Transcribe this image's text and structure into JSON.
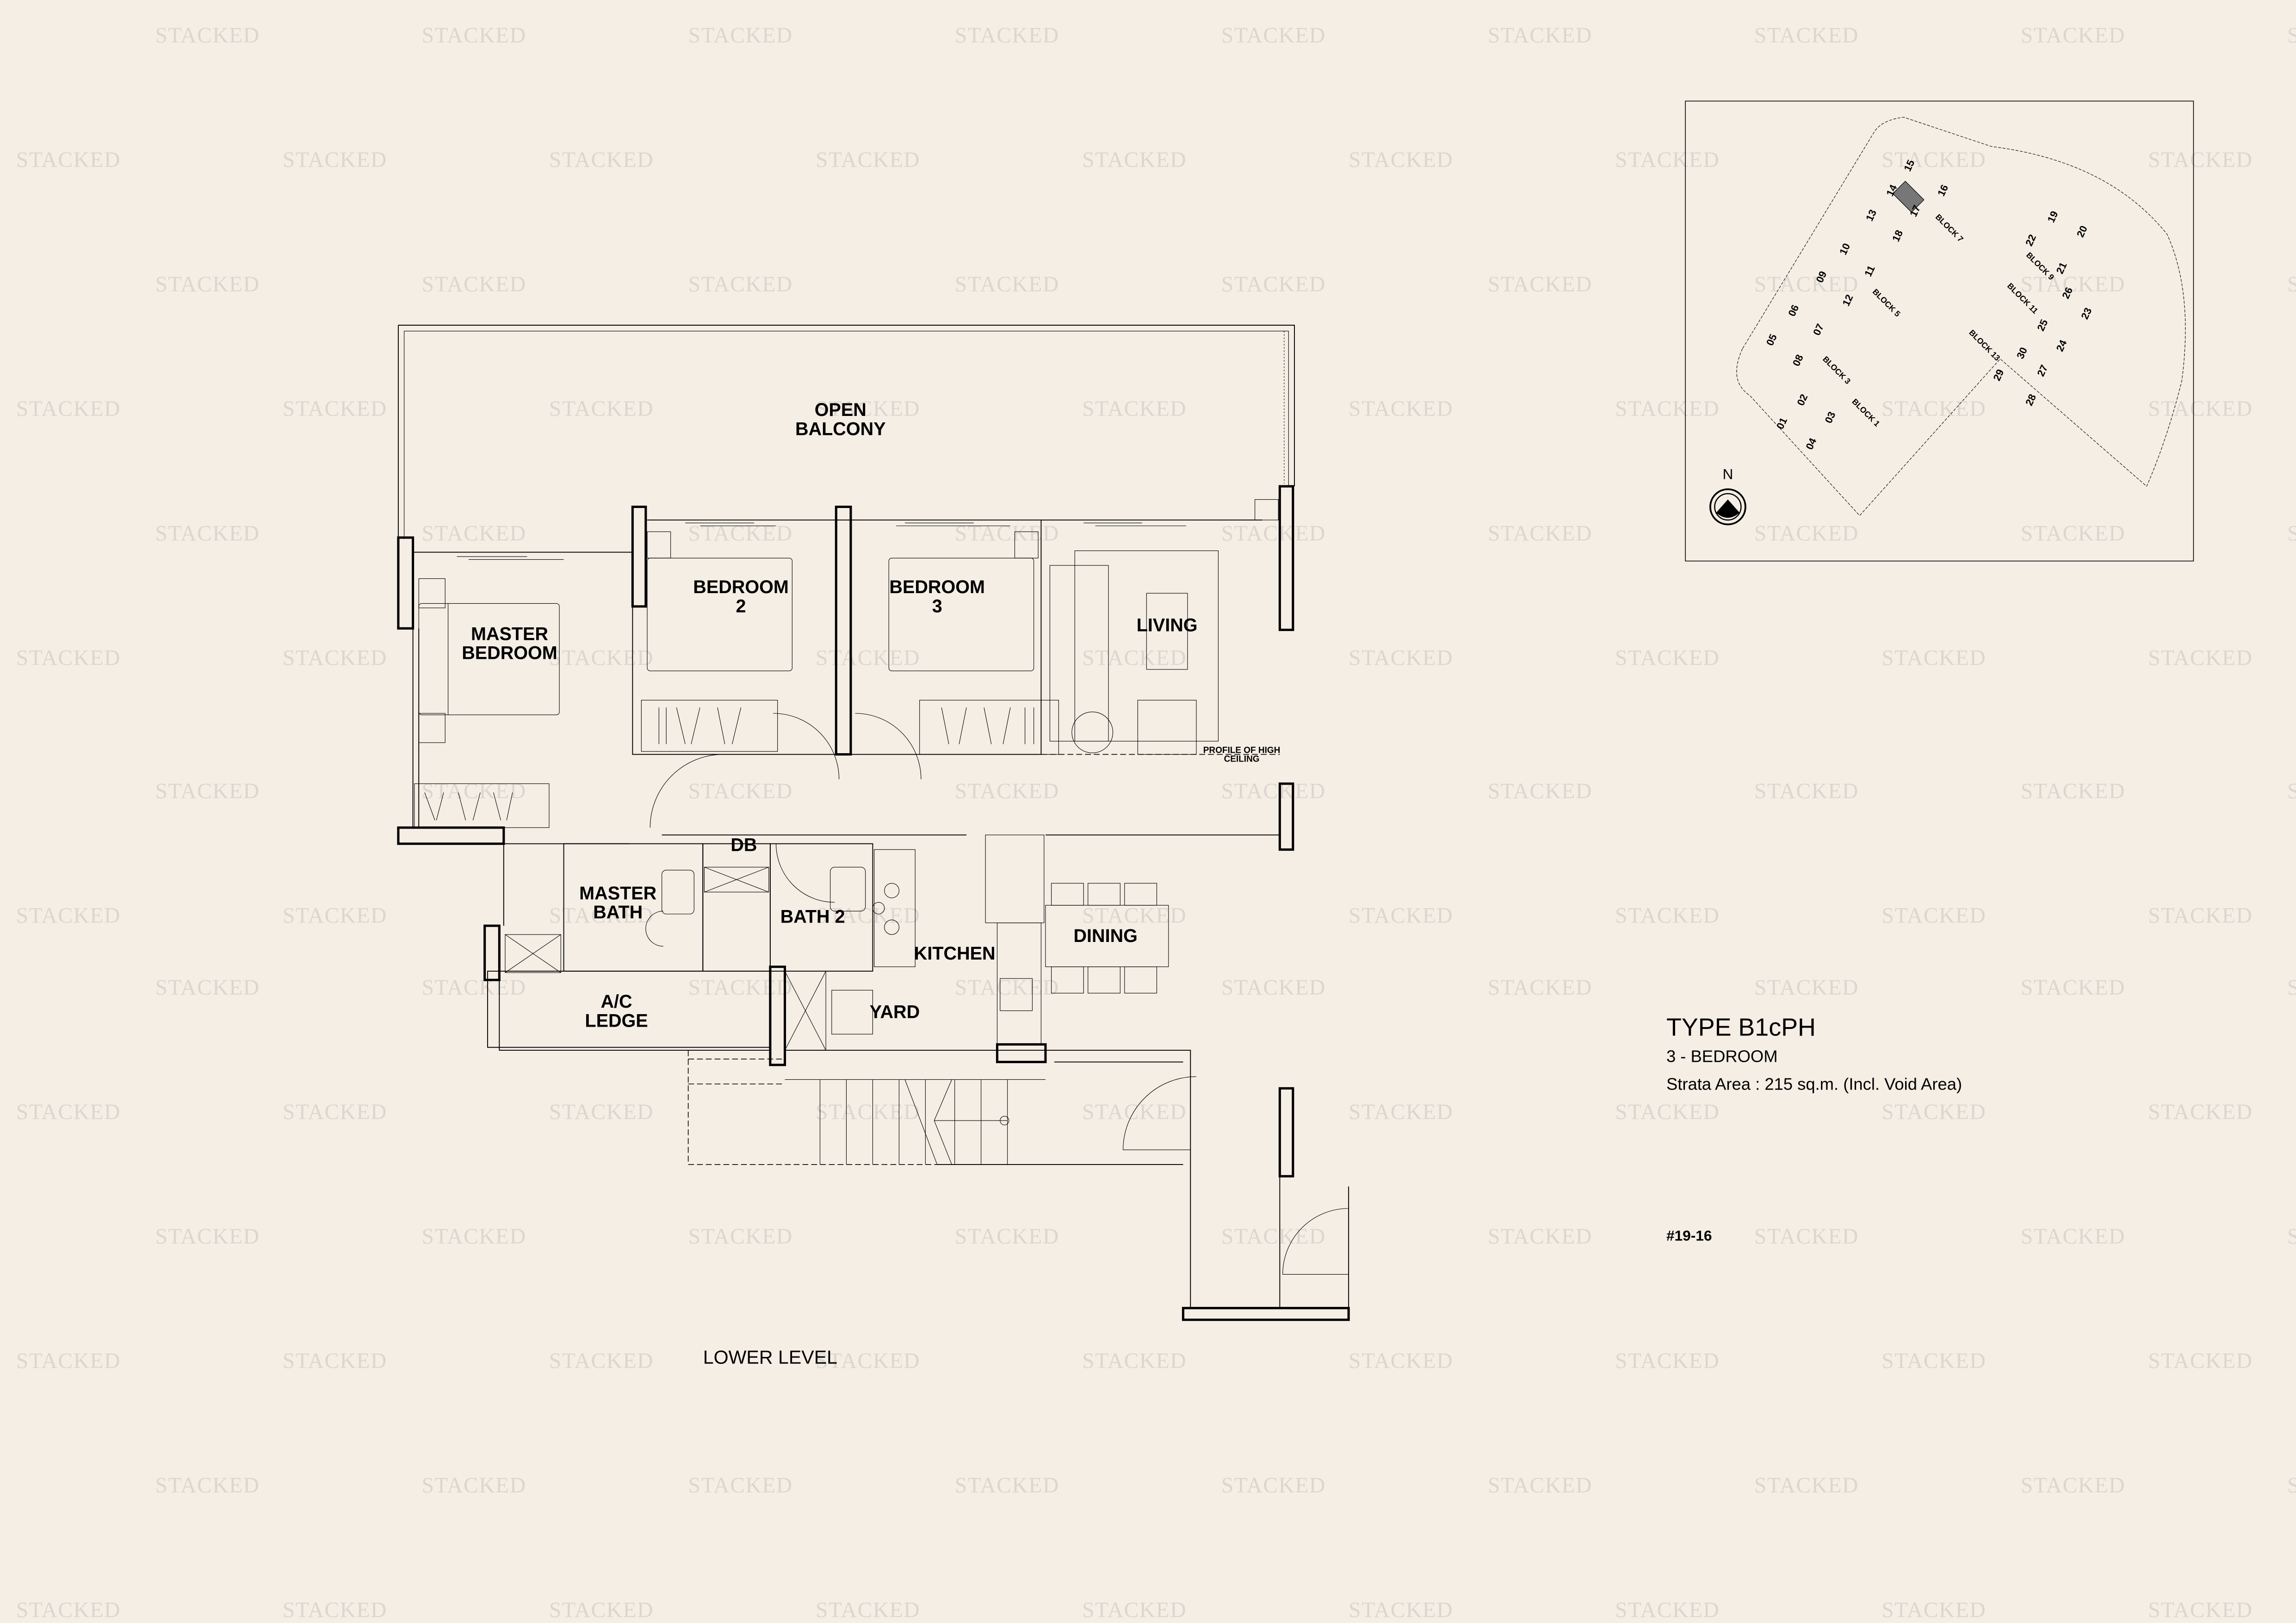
{
  "watermark": {
    "text": "STACKED",
    "color": "#ddd6cf",
    "rows": [
      24,
      109,
      194,
      279,
      364,
      449,
      540,
      625,
      674,
      759,
      844,
      929,
      1014,
      1099
    ]
  },
  "background_color": "#f5eee5",
  "floor_plan": {
    "level_label": "LOWER LEVEL",
    "rooms": [
      {
        "id": "open-balcony",
        "line1": "OPEN",
        "line2": "BALCONY"
      },
      {
        "id": "master-bedroom",
        "line1": "MASTER",
        "line2": "BEDROOM"
      },
      {
        "id": "bedroom-2",
        "line1": "BEDROOM",
        "line2": "2"
      },
      {
        "id": "bedroom-3",
        "line1": "BEDROOM",
        "line2": "3"
      },
      {
        "id": "living",
        "line1": "LIVING"
      },
      {
        "id": "master-bath",
        "line1": "MASTER",
        "line2": "BATH"
      },
      {
        "id": "db",
        "line1": "DB"
      },
      {
        "id": "bath-2",
        "line1": "BATH 2"
      },
      {
        "id": "kitchen",
        "line1": "KITCHEN"
      },
      {
        "id": "dining",
        "line1": "DINING"
      },
      {
        "id": "yard",
        "line1": "YARD"
      },
      {
        "id": "ac-ledge",
        "line1": "A/C",
        "line2": "LEDGE"
      }
    ],
    "annotation": {
      "line1": "PROFILE OF HIGH",
      "line2": "CEILING"
    }
  },
  "unit_info": {
    "type": "TYPE B1cPH",
    "bedrooms": "3 - BEDROOM",
    "strata_area": "Strata Area :  215 sq.m. (Incl. Void Area)",
    "unit_number": "#19-16"
  },
  "site_plan": {
    "north_label": "N",
    "highlighted_unit": "16",
    "blocks": [
      "BLOCK 1",
      "BLOCK 3",
      "BLOCK 5",
      "BLOCK 7",
      "BLOCK 9",
      "BLOCK 11",
      "BLOCK 13"
    ],
    "units": [
      "01",
      "02",
      "03",
      "04",
      "05",
      "06",
      "07",
      "08",
      "09",
      "10",
      "11",
      "12",
      "13",
      "14",
      "15",
      "16",
      "17",
      "18",
      "19",
      "20",
      "21",
      "22",
      "23",
      "24",
      "25",
      "26",
      "27",
      "28",
      "29",
      "30"
    ]
  }
}
